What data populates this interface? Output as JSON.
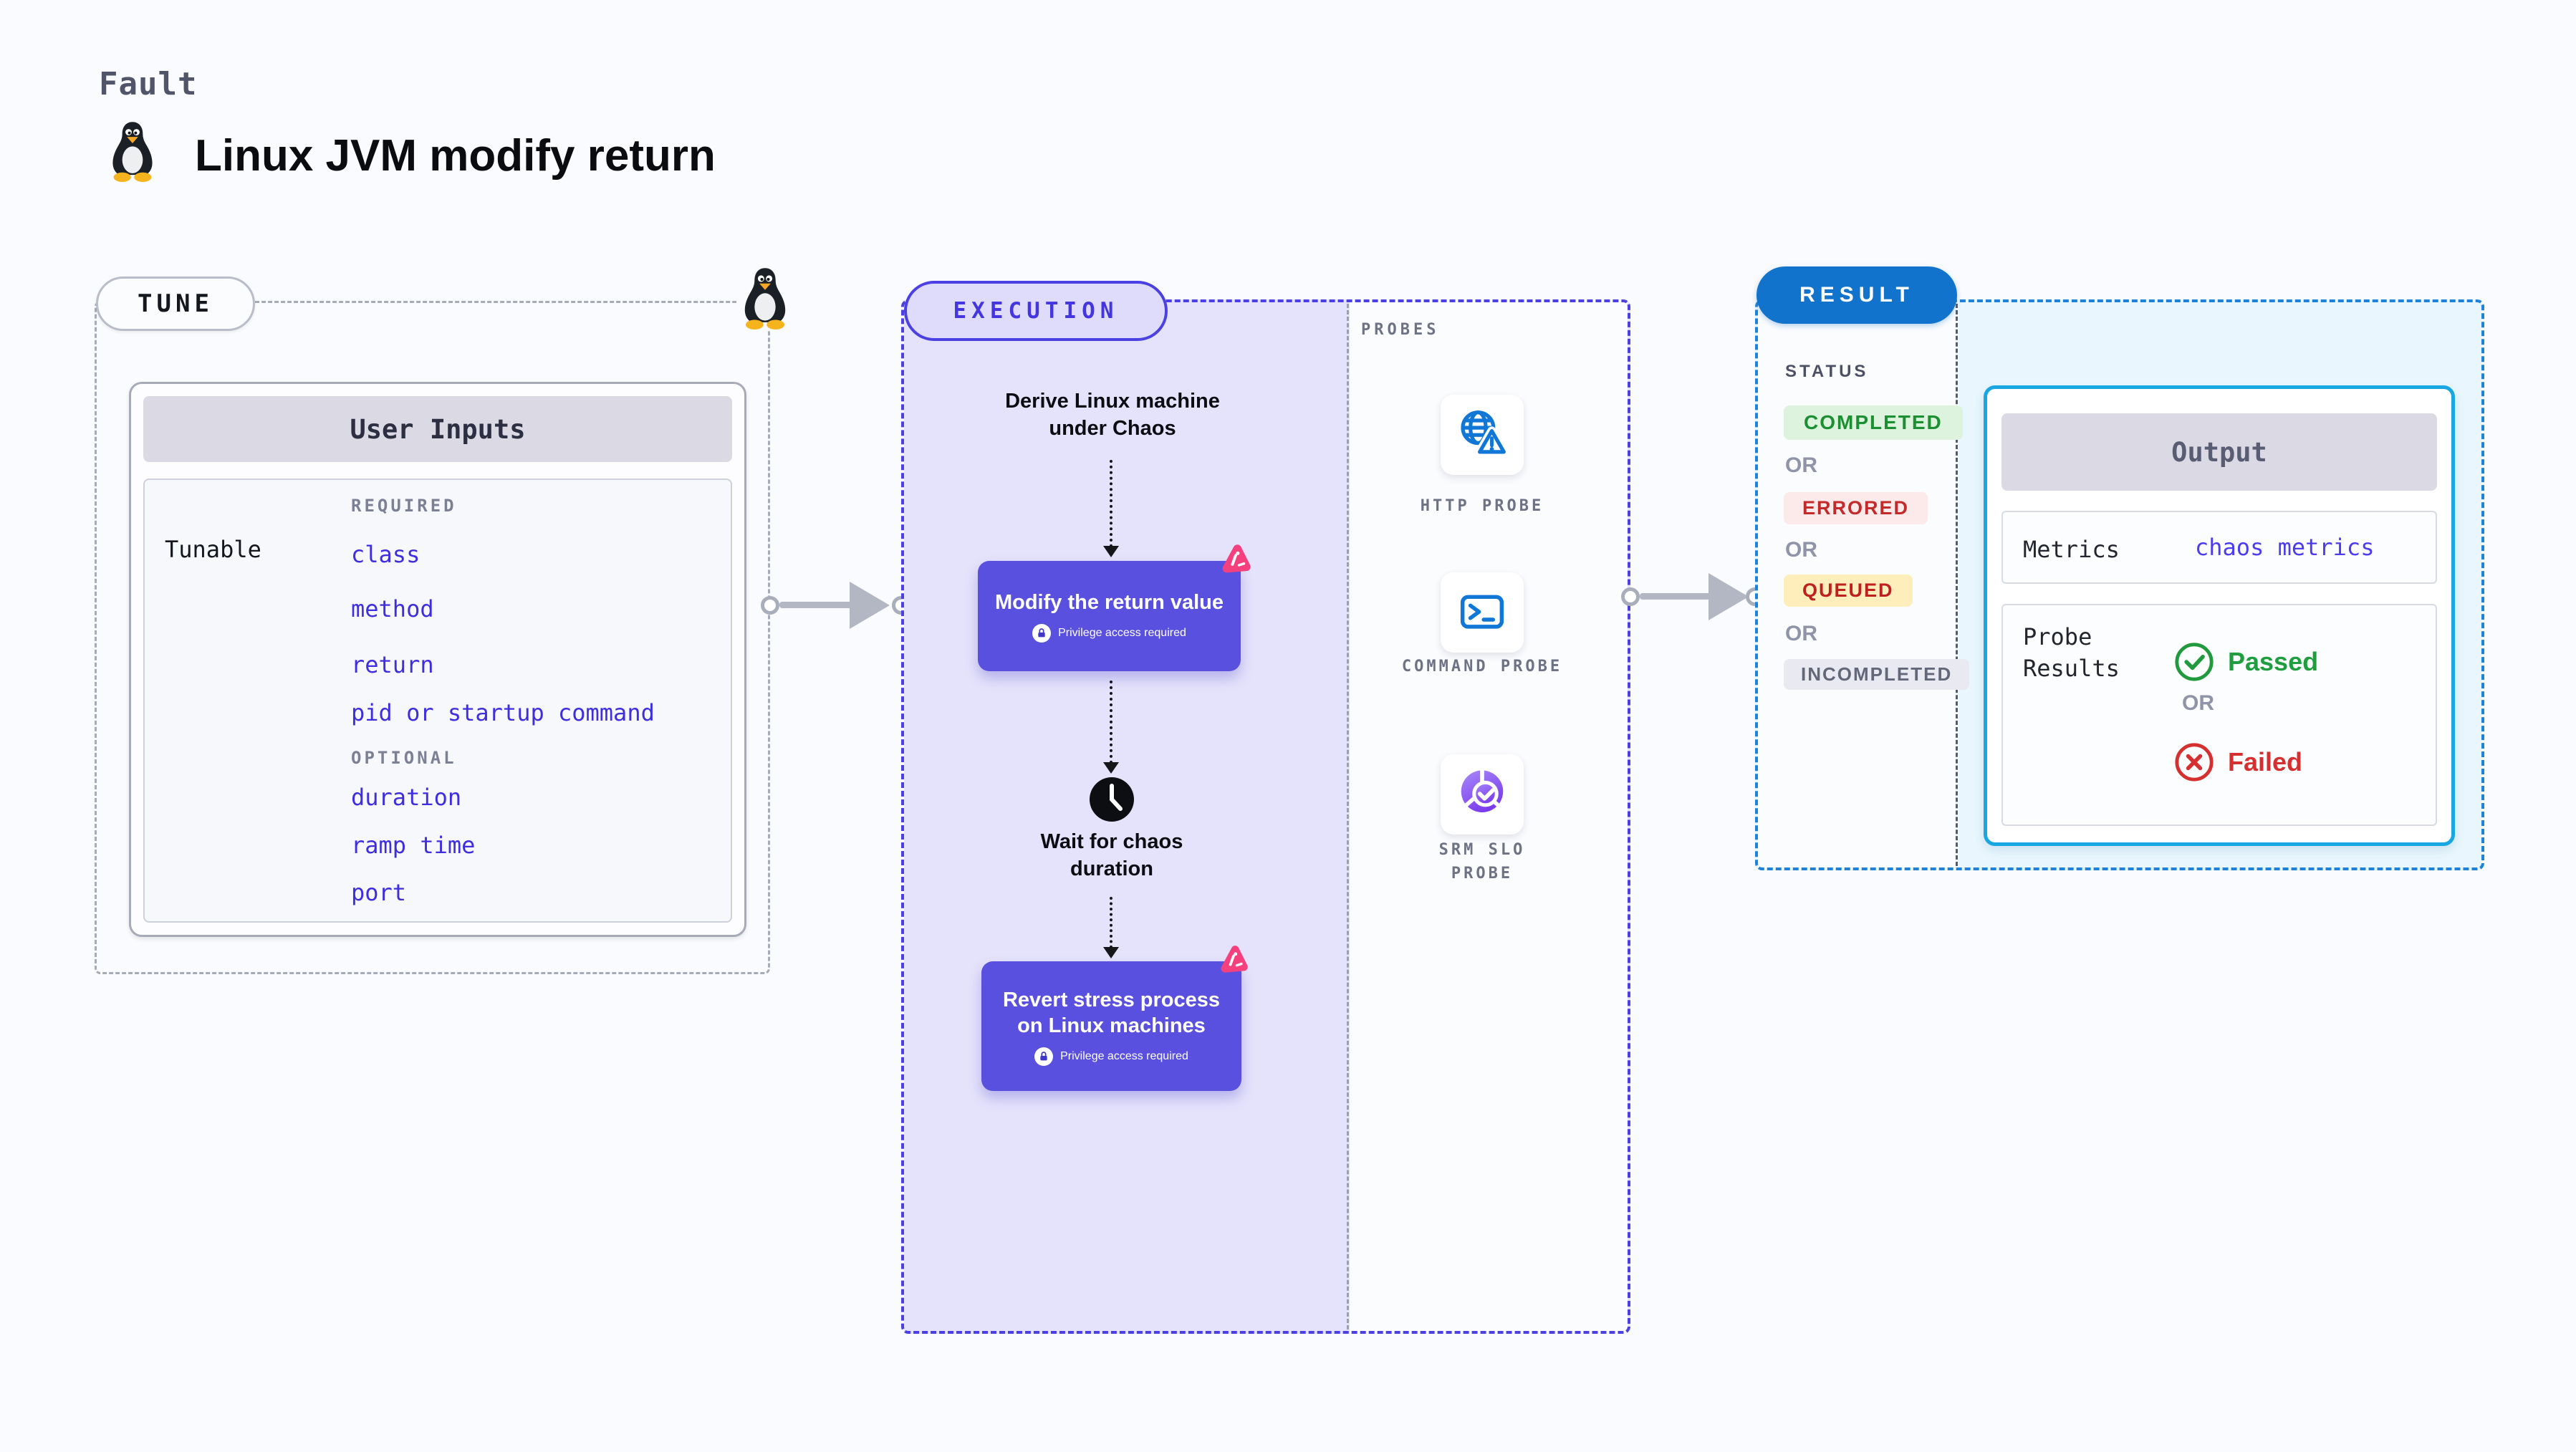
{
  "header": {
    "kicker": "Fault",
    "title": "Linux JVM modify return",
    "title_icon": "tux-penguin-icon"
  },
  "tune": {
    "label": "TUNE",
    "corner_icon": "tux-penguin-icon",
    "user_inputs": {
      "title": "User Inputs",
      "row_label": "Tunable",
      "required_label": "REQUIRED",
      "required_items": [
        "class",
        "method",
        "return",
        "pid or startup command"
      ],
      "optional_label": "OPTIONAL",
      "optional_items": [
        "duration",
        "ramp time",
        "port"
      ]
    }
  },
  "execution": {
    "label": "EXECUTION",
    "start_text": "Derive Linux machine under Chaos",
    "steps": [
      {
        "title": "Modify the return value",
        "note": "Privilege access required",
        "icons": [
          "chaos-badge-icon",
          "lock-icon"
        ]
      },
      {
        "title": "Wait for chaos duration",
        "icon": "clock-icon"
      },
      {
        "title": "Revert stress process on Linux machines",
        "note": "Privilege access required",
        "icons": [
          "chaos-badge-icon",
          "lock-icon"
        ]
      }
    ]
  },
  "probes": {
    "label": "PROBES",
    "items": [
      {
        "name": "HTTP PROBE",
        "icon": "http-probe-icon"
      },
      {
        "name": "COMMAND PROBE",
        "icon": "command-probe-icon"
      },
      {
        "name": "SRM SLO PROBE",
        "icon": "srm-slo-probe-icon"
      }
    ]
  },
  "result": {
    "label": "RESULT",
    "status_label": "STATUS",
    "or_label": "OR",
    "statuses": [
      {
        "label": "COMPLETED",
        "bg": "#ddf3dd",
        "color": "#1d8f33"
      },
      {
        "label": "ERRORED",
        "bg": "#fce9e9",
        "color": "#c42a2a"
      },
      {
        "label": "QUEUED",
        "bg": "#fdeebb",
        "color": "#c01f1f"
      },
      {
        "label": "INCOMPLETED",
        "bg": "#e9eaf1",
        "color": "#63677a"
      }
    ],
    "output": {
      "title": "Output",
      "metrics_label": "Metrics",
      "metrics_value": "chaos metrics",
      "probe_results_label": "Probe Results",
      "passed_label": "Passed",
      "or_label": "OR",
      "failed_label": "Failed",
      "passed_icon": "check-circle-icon",
      "failed_icon": "x-circle-icon"
    }
  },
  "colors": {
    "page_bg": "#fafbfe",
    "node_purple": "#5a50e0",
    "execution_border": "#4b40e3",
    "execution_fill": "#e5e3fb",
    "result_pill": "#1173cb",
    "result_border": "#1e82da",
    "result_fill": "#e9f6fd",
    "output_border": "#18a7e2",
    "link_blue": "#3e2ee0",
    "probe_icon_blue": "#1177d6",
    "chaos_pink": "#f4417e",
    "arrow_grey": "#b3b7c4"
  }
}
